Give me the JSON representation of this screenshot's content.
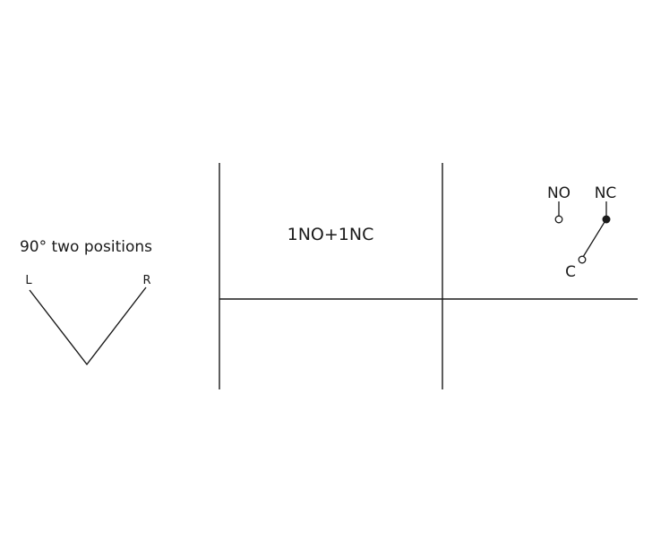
{
  "position_title": "90° two positions",
  "positions": {
    "left": "L",
    "right": "R"
  },
  "contact_config": "1NO+1NC",
  "terminals": {
    "normally_open": "NO",
    "normally_closed": "NC",
    "common": "C"
  },
  "colors": {
    "line": "#1a1a1a",
    "background": "#ffffff"
  }
}
